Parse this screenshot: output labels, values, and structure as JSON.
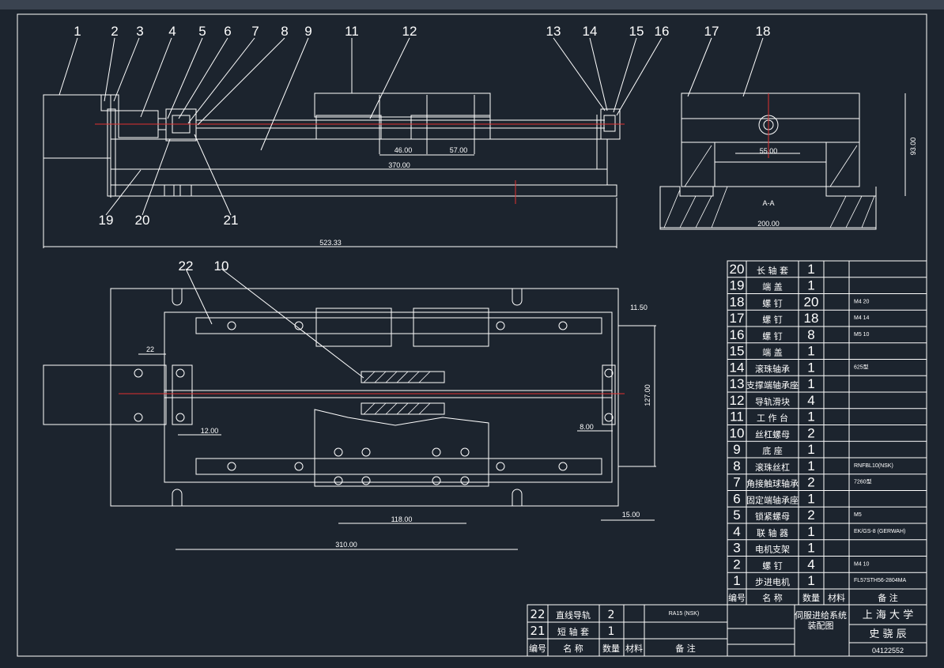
{
  "colors": {
    "background": "#1c242e",
    "line": "#ffffff",
    "center": "#e03030",
    "hatch": "#ffffff"
  },
  "balloons": [
    "1",
    "2",
    "3",
    "4",
    "5",
    "6",
    "7",
    "8",
    "9",
    "11",
    "12",
    "13",
    "14",
    "15",
    "16",
    "17",
    "18",
    "19",
    "20",
    "21",
    "22",
    "10"
  ],
  "dims": {
    "d46": "46.00",
    "d57": "57.00",
    "d370": "370.00",
    "d523": "523.33",
    "d55": "55.00",
    "d93": "93.00",
    "d200": "200.00",
    "section": "A-A",
    "d22": "22",
    "d11_5": "11.50",
    "d127": "127.00",
    "d12": "12.00",
    "d8": "8.00",
    "d118": "118.00",
    "d15": "15.00",
    "d310": "310.00"
  },
  "bom": [
    {
      "no": "20",
      "name": "长 轴 套",
      "qty": "1",
      "note": ""
    },
    {
      "no": "19",
      "name": "端   盖",
      "qty": "1",
      "note": ""
    },
    {
      "no": "18",
      "name": "螺   钉",
      "qty": "20",
      "note": "M4 20"
    },
    {
      "no": "17",
      "name": "螺   钉",
      "qty": "18",
      "note": "M4 14"
    },
    {
      "no": "16",
      "name": "螺   钉",
      "qty": "8",
      "note": "M5 10"
    },
    {
      "no": "15",
      "name": "端   盖",
      "qty": "1",
      "note": ""
    },
    {
      "no": "14",
      "name": "滚珠轴承",
      "qty": "1",
      "note": "625型"
    },
    {
      "no": "13",
      "name": "支撑端轴承座",
      "qty": "1",
      "note": ""
    },
    {
      "no": "12",
      "name": "导轨滑块",
      "qty": "4",
      "note": ""
    },
    {
      "no": "11",
      "name": "工 作 台",
      "qty": "1",
      "note": ""
    },
    {
      "no": "10",
      "name": "丝杠螺母",
      "qty": "2",
      "note": ""
    },
    {
      "no": "9",
      "name": "底   座",
      "qty": "1",
      "note": ""
    },
    {
      "no": "8",
      "name": "滚珠丝杠",
      "qty": "1",
      "note": "RNFBL10(NSK)"
    },
    {
      "no": "7",
      "name": "角接触球轴承",
      "qty": "2",
      "note": "7260型"
    },
    {
      "no": "6",
      "name": "固定端轴承座",
      "qty": "1",
      "note": ""
    },
    {
      "no": "5",
      "name": "锁紧螺母",
      "qty": "2",
      "note": "M5"
    },
    {
      "no": "4",
      "name": "联 轴 器",
      "qty": "1",
      "note": "EK/GS-8 (GERWAH)"
    },
    {
      "no": "3",
      "name": "电机支架",
      "qty": "1",
      "note": ""
    },
    {
      "no": "2",
      "name": "螺   钉",
      "qty": "4",
      "note": "M4 10"
    },
    {
      "no": "1",
      "name": "步进电机",
      "qty": "1",
      "note": "FL57STH56-2804MA"
    }
  ],
  "bom_header": {
    "no": "编号",
    "name": "名   称",
    "qty": "数量",
    "mat": "材料",
    "note": "备   注"
  },
  "bom2": [
    {
      "no": "22",
      "name": "直线导轨",
      "qty": "2",
      "note": "RA15 (NSK)"
    },
    {
      "no": "21",
      "name": "短 轴 套",
      "qty": "1",
      "note": ""
    }
  ],
  "title_block": {
    "drawing_title_1": "伺服进给系统",
    "drawing_title_2": "装配图",
    "school": "上 海 大 学",
    "author": "史 骁 辰",
    "number": "04122552"
  }
}
